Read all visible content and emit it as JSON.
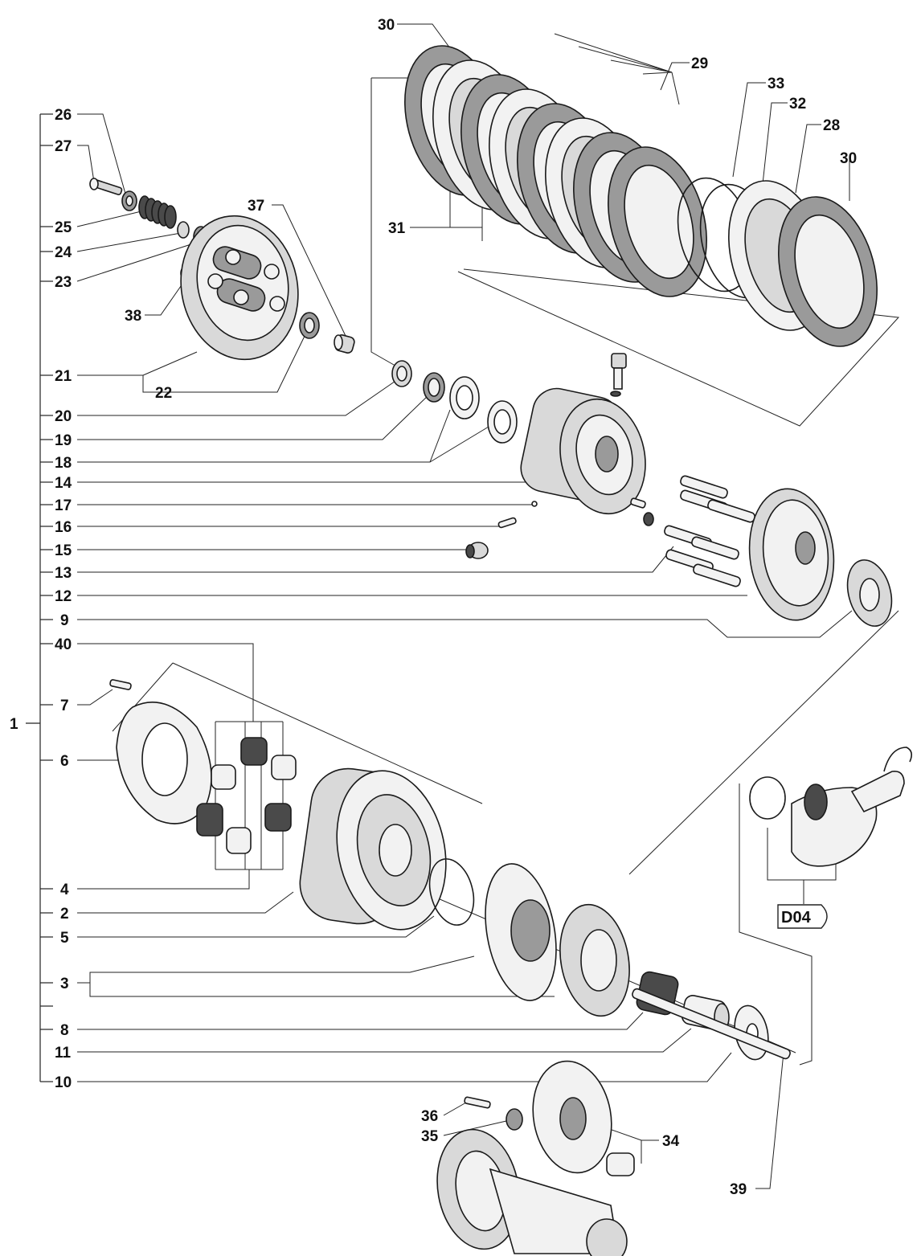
{
  "labels": {
    "l1": "1",
    "l2": "2",
    "l3": "3",
    "l4": "4",
    "l5": "5",
    "l6": "6",
    "l7": "7",
    "l8": "8",
    "l9": "9",
    "l10": "10",
    "l11": "11",
    "l12": "12",
    "l13": "13",
    "l14": "14",
    "l15": "15",
    "l16": "16",
    "l17": "17",
    "l18": "18",
    "l19": "19",
    "l20": "20",
    "l21": "21",
    "l22": "22",
    "l23": "23",
    "l24": "24",
    "l25": "25",
    "l26": "26",
    "l27": "27",
    "l28": "28",
    "l29": "29",
    "l30": "30",
    "l31": "31",
    "l32": "32",
    "l33": "33",
    "l34": "34",
    "l35": "35",
    "l36": "36",
    "l37": "37",
    "l38": "38",
    "l39": "39",
    "l40": "40"
  },
  "badge": "D04",
  "colors": {
    "line": "#222222",
    "light": "#f2f2f2",
    "mid": "#d9d9d9",
    "dark": "#4a4a4a"
  }
}
